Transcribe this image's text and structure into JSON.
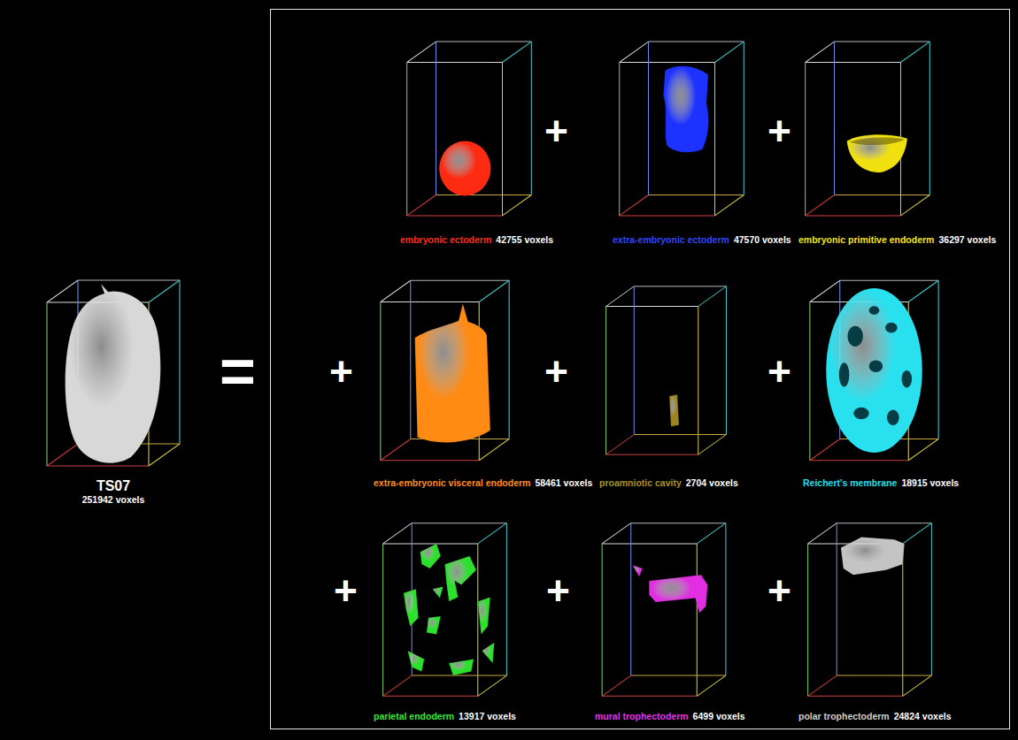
{
  "diagram": {
    "nodes": [
      {
        "text": [
          "TS07",
          "251942 voxels"
        ]
      },
      {
        "text": [
          "embryonic ectoderm",
          "42755 voxels"
        ]
      },
      {
        "text": [
          "extra-embryonic ectoderm",
          "47570 voxels"
        ]
      },
      {
        "text": [
          "embryonic primitive endoderm",
          "36297 voxels"
        ]
      },
      {
        "text": [
          "extra-embryonic visceral endoderm",
          "58461 voxels"
        ]
      },
      {
        "text": [
          "proamniotic cavity",
          "2704 voxels"
        ]
      },
      {
        "text": [
          "Reichert's membrane",
          "18915 voxels"
        ]
      },
      {
        "text": [
          "parietal endoderm",
          "13917 voxels"
        ]
      },
      {
        "text": [
          "mural trophectoderm",
          "6499 voxels"
        ]
      },
      {
        "text": [
          "polar trophectoderm",
          "24824 voxels"
        ]
      }
    ],
    "labels": [
      "=",
      "+",
      "+",
      "+",
      "+",
      "+",
      "+",
      "+",
      "+"
    ]
  }
}
